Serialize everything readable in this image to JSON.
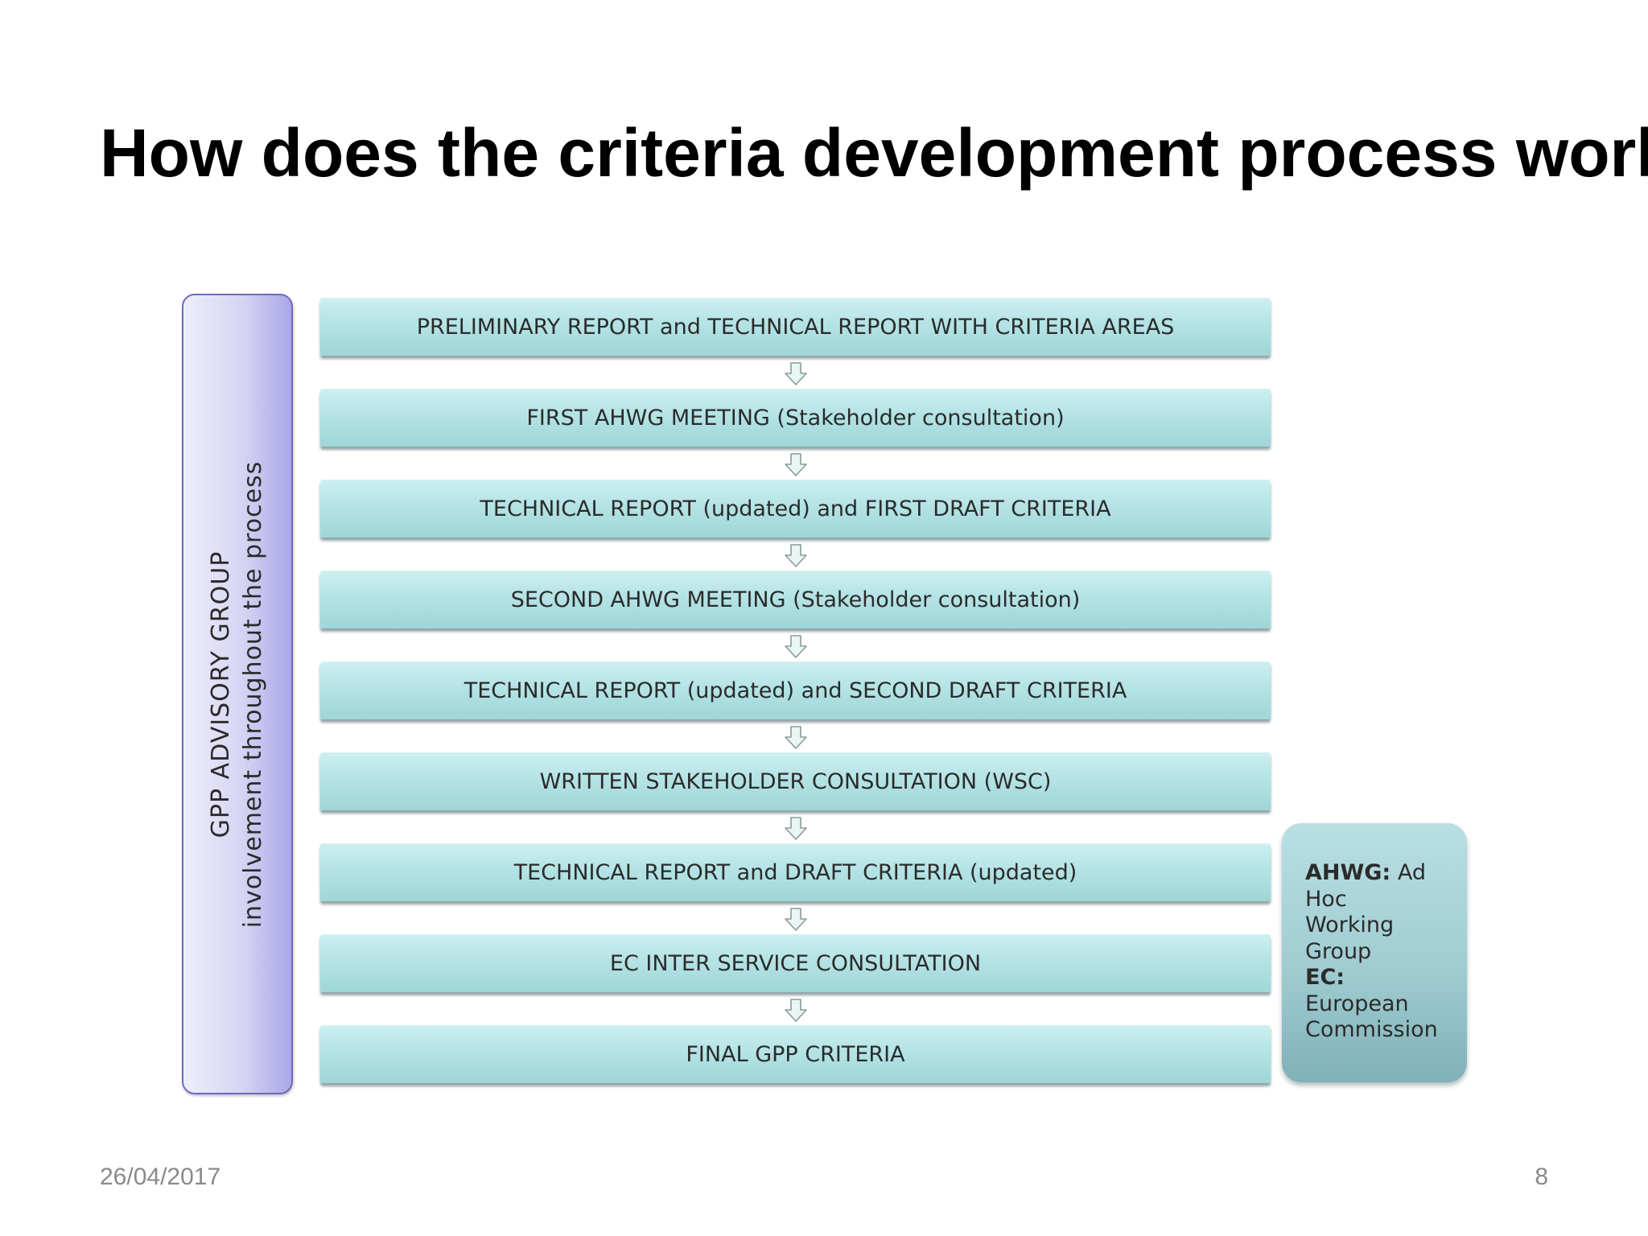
{
  "slide": {
    "title": "How does the criteria development process work?",
    "date": "26/04/2017",
    "page_number": "8"
  },
  "advisory_group": {
    "line1": "GPP ADVISORY GROUP",
    "line2": "involvement throughout the process"
  },
  "steps": [
    "PRELIMINARY REPORT and TECHNICAL REPORT WITH CRITERIA AREAS",
    "FIRST AHWG MEETING (Stakeholder consultation)",
    "TECHNICAL REPORT (updated)  and FIRST DRAFT CRITERIA",
    "SECOND AHWG MEETING (Stakeholder consultation)",
    "TECHNICAL REPORT (updated) and SECOND DRAFT CRITERIA",
    "WRITTEN STAKEHOLDER CONSULTATION (WSC)",
    "TECHNICAL REPORT and DRAFT CRITERIA (updated)",
    "EC INTER SERVICE CONSULTATION",
    "FINAL GPP CRITERIA"
  ],
  "legend": {
    "ahwg_abbr": "AHWG:",
    "ahwg_first_word": "Ad",
    "ahwg_rest": [
      "Hoc",
      "Working",
      "Group"
    ],
    "ec_abbr": "EC:",
    "ec_rest": [
      "European",
      "Commission"
    ]
  },
  "colors": {
    "step_fill": "#b4e3e5",
    "advisory_fill": "#d6d4f3",
    "advisory_border": "#6e6bbf",
    "legend_fill": "#a0cdd2"
  }
}
